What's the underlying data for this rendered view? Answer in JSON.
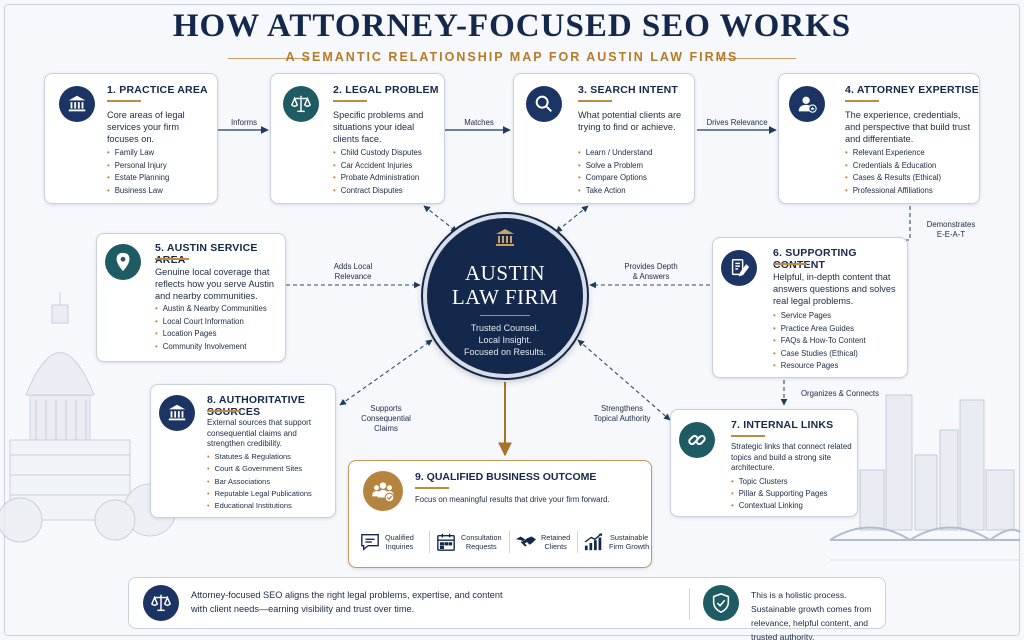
{
  "title": "HOW ATTORNEY-FOCUSED SEO WORKS",
  "subtitle": "A SEMANTIC RELATIONSHIP MAP FOR AUSTIN LAW FIRMS",
  "hub": {
    "name_line1": "AUSTIN",
    "name_line2": "LAW FIRM",
    "tag_line1": "Trusted Counsel.",
    "tag_line2": "Local Insight.",
    "tag_line3": "Focused on Results."
  },
  "cards": {
    "practice_area": {
      "title": "1. PRACTICE AREA",
      "desc": "Core areas of legal services your firm focuses on.",
      "items": [
        "Family Law",
        "Personal Injury",
        "Estate Planning",
        "Business Law"
      ],
      "icon": "courthouse-icon"
    },
    "legal_problem": {
      "title": "2. LEGAL PROBLEM",
      "desc": "Specific problems and situations your ideal clients face.",
      "items": [
        "Child Custody Disputes",
        "Car Accident Injuries",
        "Probate Administration",
        "Contract Disputes"
      ],
      "icon": "scales-icon"
    },
    "search_intent": {
      "title": "3. SEARCH INTENT",
      "desc": "What potential clients are trying to find or achieve.",
      "items": [
        "Learn / Understand",
        "Solve a Problem",
        "Compare Options",
        "Take Action"
      ],
      "icon": "magnifier-icon"
    },
    "attorney_expertise": {
      "title": "4. ATTORNEY EXPERTISE",
      "desc": "The experience, credentials, and perspective that build trust and differentiate.",
      "items": [
        "Relevant Experience",
        "Credentials & Education",
        "Cases & Results (Ethical)",
        "Professional Affiliations"
      ],
      "icon": "attorney-badge-icon"
    },
    "service_area": {
      "title": "5. AUSTIN SERVICE AREA",
      "desc": "Genuine local coverage that reflects how you serve Austin and nearby communities.",
      "items": [
        "Austin & Nearby Communities",
        "Local Court Information",
        "Location Pages",
        "Community Involvement"
      ],
      "icon": "map-pin-icon"
    },
    "supporting_content": {
      "title": "6. SUPPORTING CONTENT",
      "desc": "Helpful, in-depth content that answers questions and solves real legal problems.",
      "items": [
        "Service Pages",
        "Practice Area Guides",
        "FAQs & How-To Content",
        "Case Studies (Ethical)",
        "Resource Pages"
      ],
      "icon": "document-pen-icon"
    },
    "internal_links": {
      "title": "7. INTERNAL LINKS",
      "desc": "Strategic links that connect related topics and build a strong site architecture.",
      "items": [
        "Topic Clusters",
        "Pillar & Supporting Pages",
        "Contextual Linking"
      ],
      "icon": "chain-link-icon"
    },
    "authoritative_sources": {
      "title": "8. AUTHORITATIVE SOURCES",
      "desc": "External sources that support consequential claims and strengthen credibility.",
      "items": [
        "Statutes & Regulations",
        "Court & Government Sites",
        "Bar Associations",
        "Reputable Legal Publications",
        "Educational Institutions"
      ],
      "icon": "courthouse-icon"
    }
  },
  "connectors": {
    "informs": "Informs",
    "matches": "Matches",
    "drives_relevance": "Drives Relevance",
    "demonstrates_1": "Demonstrates",
    "demonstrates_2": "E-E-A-T",
    "adds_local_1": "Adds Local",
    "adds_local_2": "Relevance",
    "provides_depth_1": "Provides Depth",
    "provides_depth_2": "& Answers",
    "organizes": "Organizes & Connects",
    "supports_1": "Supports",
    "supports_2": "Consequential",
    "supports_3": "Claims",
    "strengthens_1": "Strengthens",
    "strengthens_2": "Topical Authority"
  },
  "outcome": {
    "title": "9. QUALIFIED BUSINESS OUTCOME",
    "desc": "Focus on meaningful results that drive your firm forward.",
    "items": [
      {
        "l1": "Qualified",
        "l2": "Inquiries"
      },
      {
        "l1": "Consultation",
        "l2": "Requests"
      },
      {
        "l1": "Retained",
        "l2": "Clients"
      },
      {
        "l1": "Sustainable",
        "l2": "Firm Growth"
      }
    ],
    "icon": "team-check-icon"
  },
  "footer": {
    "left_1": "Attorney-focused SEO aligns the right legal problems, expertise, and content",
    "left_2": "with client needs—earning visibility and trust over time.",
    "right_1": "This is a holistic process. Sustainable growth comes from",
    "right_2": "relevance, helpful content, and trusted authority."
  },
  "colors": {
    "navy": "#14284b",
    "teal": "#1f5b63",
    "gold": "#b5843f"
  }
}
